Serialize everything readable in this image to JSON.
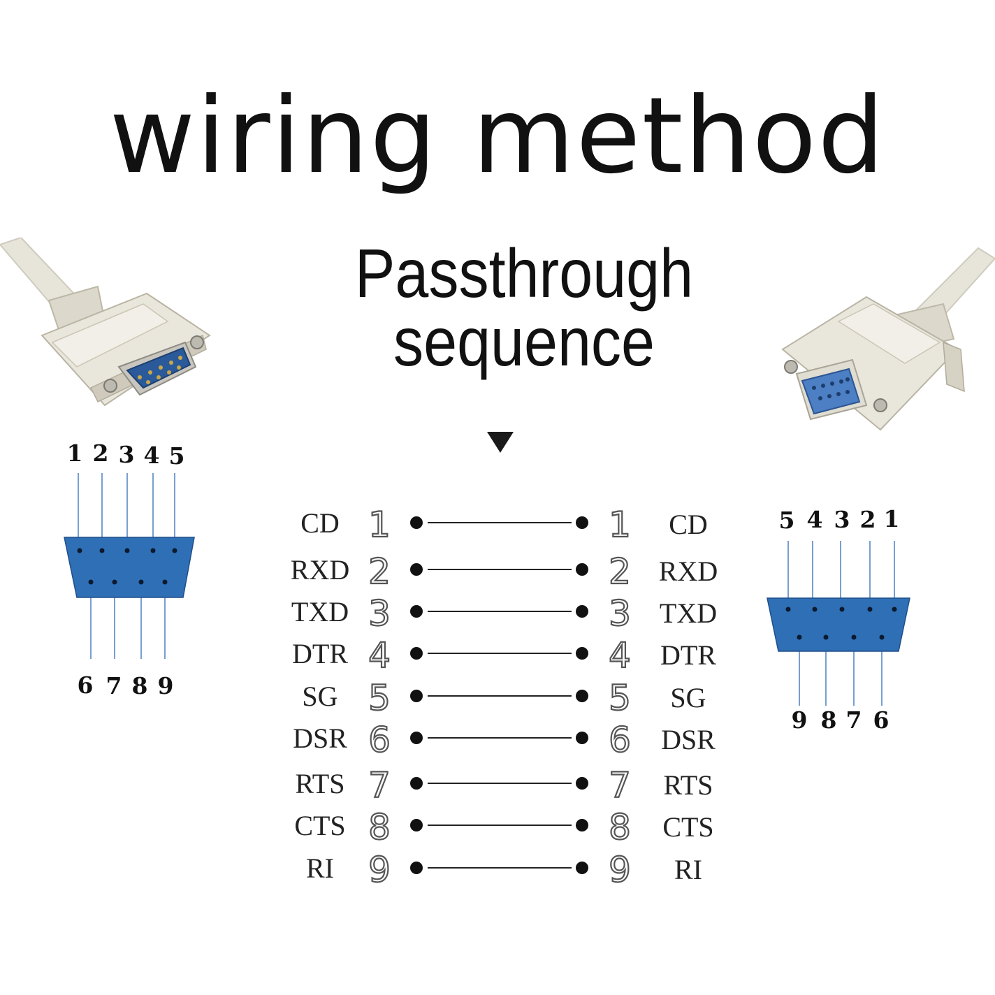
{
  "title": "wiring method",
  "subtitle": "Passthrough sequence",
  "left_pinout": {
    "top_pins": [
      "1",
      "2",
      "3",
      "4",
      "5"
    ],
    "bottom_pins": [
      "6",
      "7",
      "8",
      "9"
    ]
  },
  "right_pinout": {
    "top_pins": [
      "5",
      "4",
      "3",
      "2",
      "1"
    ],
    "bottom_pins": [
      "9",
      "8",
      "7",
      "6"
    ]
  },
  "wiring": [
    {
      "pin": "1",
      "signal": "CD"
    },
    {
      "pin": "2",
      "signal": "RXD"
    },
    {
      "pin": "3",
      "signal": "TXD"
    },
    {
      "pin": "4",
      "signal": "DTR"
    },
    {
      "pin": "5",
      "signal": "SG"
    },
    {
      "pin": "6",
      "signal": "DSR"
    },
    {
      "pin": "7",
      "signal": "RTS"
    },
    {
      "pin": "8",
      "signal": "CTS"
    },
    {
      "pin": "9",
      "signal": "RI"
    }
  ],
  "colors": {
    "connector_face": "#2f6fb6",
    "pin_line": "#4a7fc0",
    "cable": "#e4e1d6",
    "text": "#111111"
  }
}
